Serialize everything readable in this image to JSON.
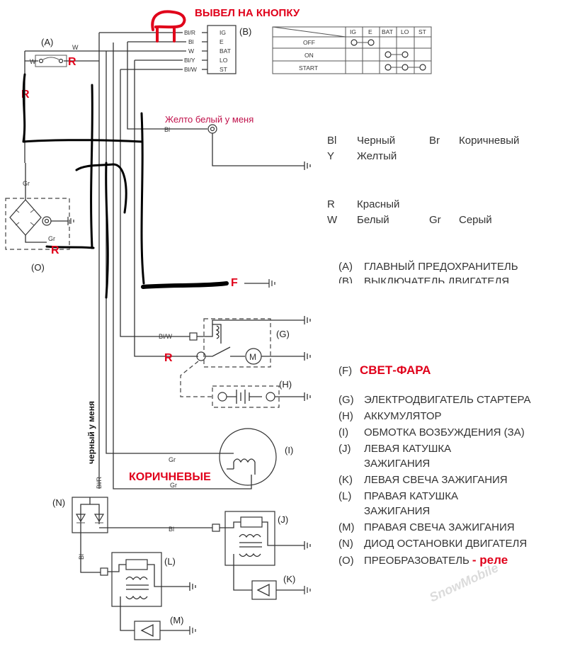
{
  "annotations": {
    "to_button": "ВЫВЕЛ НА КНОПКУ",
    "yellow_white": "Желто белый у меня",
    "black_mine": "черный у меня",
    "brown": "КОРИЧНЕВЫЕ",
    "red_marks": [
      "R",
      "R",
      "R",
      "R"
    ],
    "f_mark": "F",
    "relay": "- реле",
    "headlight": "СВЕТ-ФАРА"
  },
  "switch": {
    "label": "(B)",
    "terminals": [
      "IG",
      "E",
      "BAT",
      "LO",
      "ST"
    ],
    "wires": [
      "Bl/R",
      "Bl",
      "W",
      "Bl/Y",
      "Bl/W"
    ]
  },
  "switch_table": {
    "columns": [
      "IG",
      "E",
      "BAT",
      "LO",
      "ST"
    ],
    "rows": [
      "OFF",
      "ON",
      "START"
    ]
  },
  "wire_labels": {
    "fuse_w1": "W",
    "fuse_w2": "W",
    "gr_top": "Gr",
    "gr_bottom": "Gr",
    "bl_yw": "Bl",
    "bl_w_starter": "Bl/W",
    "gr_exciter_1": "Gr",
    "gr_exciter_2": "Gr",
    "bl_r_vertical": "Bl/R",
    "bl_coil": "Bl",
    "bl_diode": "Bl"
  },
  "block_labels": {
    "A": "(A)",
    "G": "(G)",
    "H": "(H)",
    "I": "(I)",
    "J": "(J)",
    "K": "(K)",
    "L": "(L)",
    "M": "(M)",
    "N": "(N)",
    "O": "(O)"
  },
  "color_legend": [
    {
      "code": "Bl",
      "name": "Черный"
    },
    {
      "code": "Br",
      "name": "Коричневый"
    },
    {
      "code": "Y",
      "name": "Желтый"
    },
    {
      "code": "R",
      "name": "Красный"
    },
    {
      "code": "W",
      "name": "Белый"
    },
    {
      "code": "Gr",
      "name": "Серый"
    }
  ],
  "legend": [
    {
      "key": "(A)",
      "text": "ГЛАВНЫЙ ПРЕДОХРАНИТЕЛЬ"
    },
    {
      "key": "(B)",
      "text": "ВЫКЛЮЧАТЕЛЬ ДВИГАТЕЛЯ"
    },
    {
      "key": "(F)",
      "text": "СВЕТ-ФАРА"
    },
    {
      "key": "(G)",
      "text": "ЭЛЕКТРОДВИГАТЕЛЬ СТАРТЕРА"
    },
    {
      "key": "(H)",
      "text": "АККУМУЛЯТОР"
    },
    {
      "key": "(I)",
      "text": "ОБМОТКА ВОЗБУЖДЕНИЯ (ЗА)"
    },
    {
      "key": "(J)",
      "text": "ЛЕВАЯ КАТУШКА ЗАЖИГАНИЯ"
    },
    {
      "key": "(K)",
      "text": "ЛЕВАЯ СВЕЧА ЗАЖИГАНИЯ"
    },
    {
      "key": "(L)",
      "text": "ПРАВАЯ КАТУШКА ЗАЖИГАНИЯ"
    },
    {
      "key": "(M)",
      "text": "ПРАВАЯ СВЕЧА ЗАЖИГАНИЯ"
    },
    {
      "key": "(N)",
      "text": "ДИОД ОСТАНОВКИ ДВИГАТЕЛЯ"
    },
    {
      "key": "(O)",
      "text": "ПРЕОБРАЗОВАТЕЛЬ"
    }
  ],
  "watermark": "SnowMobile",
  "colors": {
    "annotation_red": "#e0001a",
    "annotation_pink": "#c0104a",
    "line": "#333333"
  }
}
